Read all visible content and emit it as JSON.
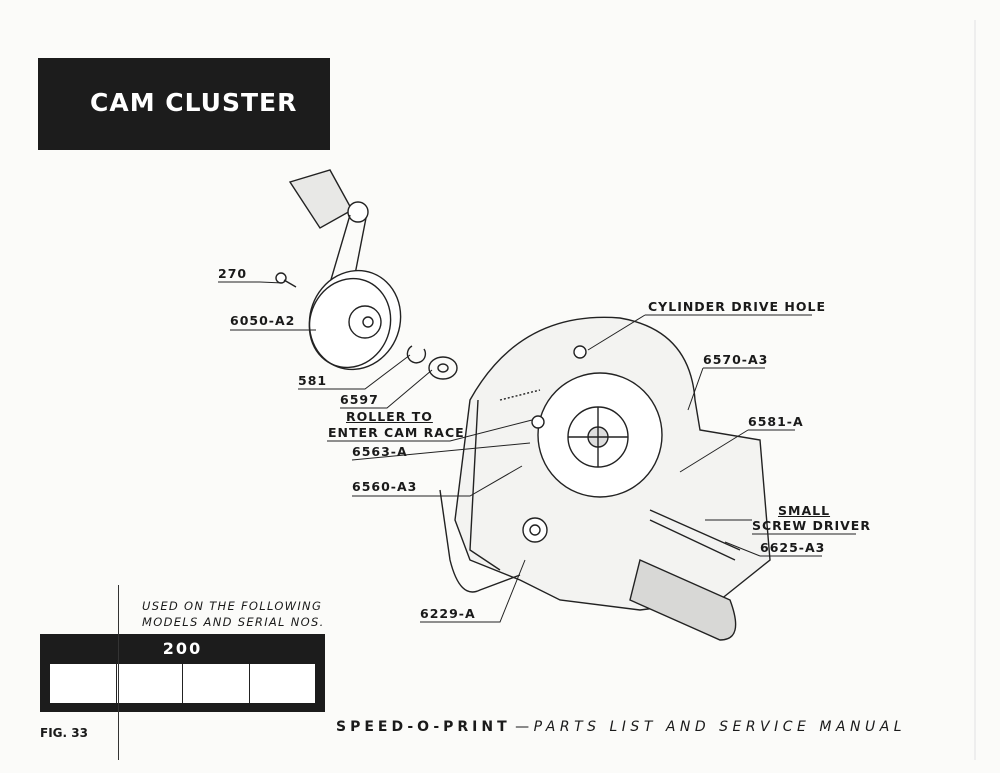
{
  "title": "CAM CLUSTER",
  "callouts": {
    "c270": "270",
    "c6050": "6050-A2",
    "c581": "581",
    "c6597": "6597",
    "roller1": "ROLLER  TO",
    "roller2": "ENTER  CAM  RACE",
    "c6563": "6563-A",
    "c6560": "6560-A3",
    "c6229": "6229-A",
    "cyl": "CYLINDER  DRIVE  HOLE",
    "c6570": "6570-A3",
    "c6581": "6581-A",
    "small1": "SMALL",
    "small2": "SCREW  DRIVER",
    "c6625": "6625-A3"
  },
  "models": {
    "caption1": "USED ON THE FOLLOWING",
    "caption2": "MODELS AND SERIAL NOS.",
    "model": "200"
  },
  "figure": "FIG.  33",
  "footer": {
    "brand": "SPEED-O-PRINT",
    "dash": " — ",
    "subtitle": "PARTS  LIST  AND  SERVICE  MANUAL"
  }
}
